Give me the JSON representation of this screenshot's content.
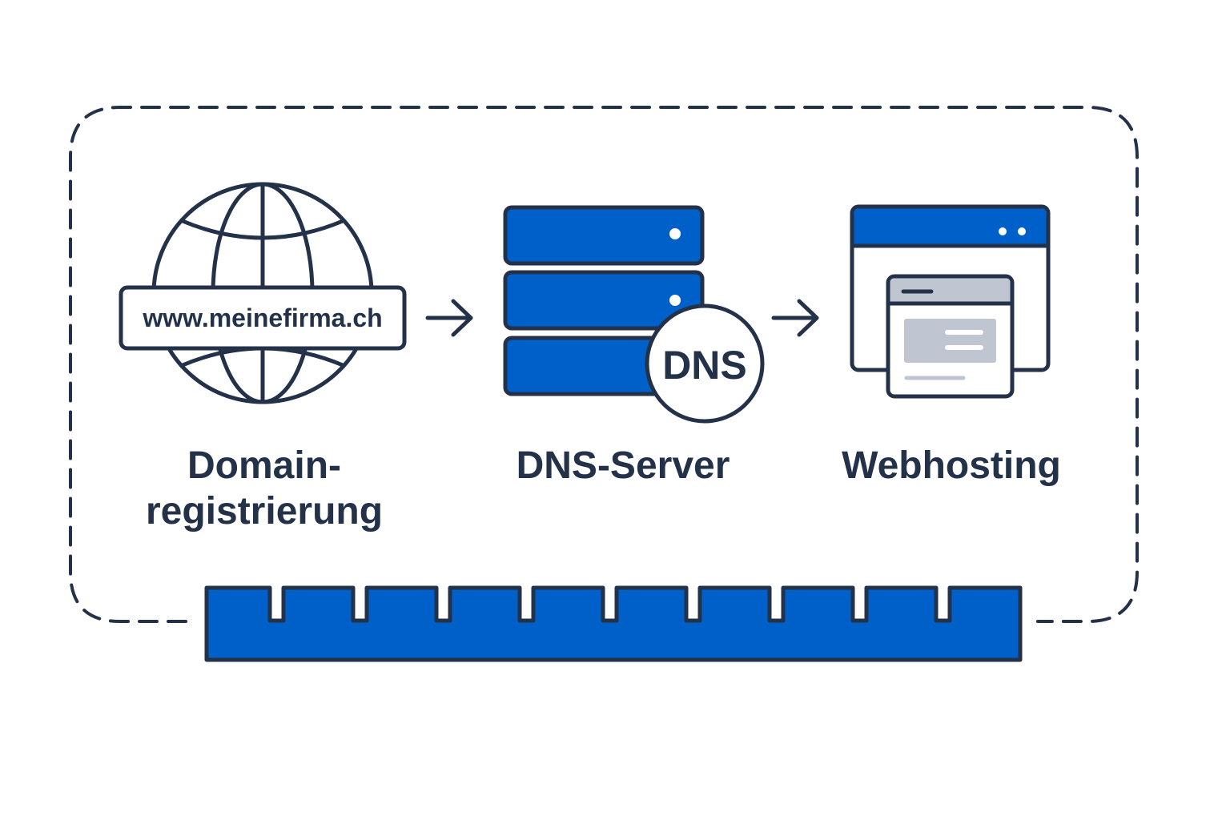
{
  "colors": {
    "ink": "#243249",
    "accent": "#0060C9",
    "panel_gray": "#BFC6D1",
    "background": "#FFFFFF"
  },
  "icons": [
    "globe-icon",
    "server-stack-icon",
    "browser-window-icon",
    "arrow-right-icon",
    "connector-strip-icon"
  ],
  "domain": {
    "url": "www.meinefirma.ch",
    "label_line1": "Domain-",
    "label_line2": "registrierung"
  },
  "dns": {
    "badge": "DNS",
    "label": "DNS-Server"
  },
  "hosting": {
    "label": "Webhosting"
  }
}
